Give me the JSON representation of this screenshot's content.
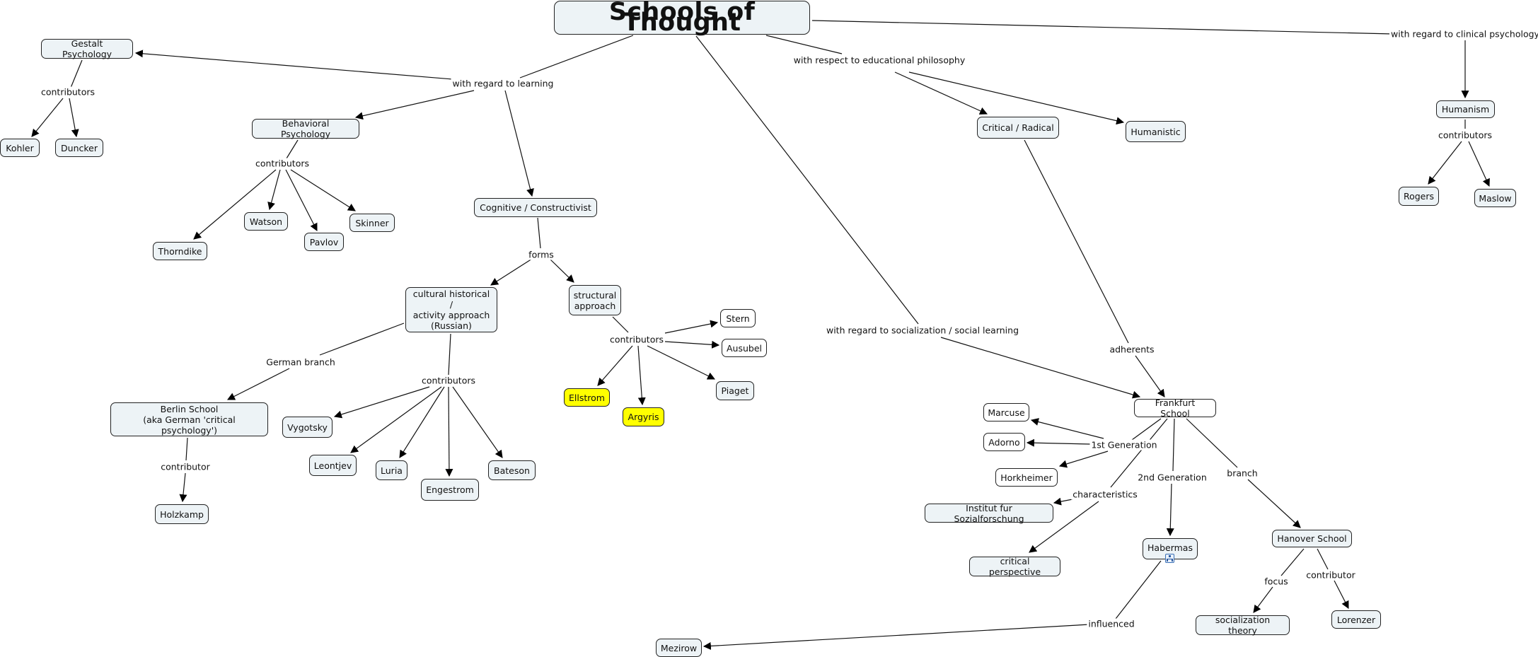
{
  "title": "Schools of Thought",
  "concepts": {
    "gestalt": "Gestalt Psychology",
    "kohler": "Kohler",
    "duncker": "Duncker",
    "behavioral": "Behavioral Psychology",
    "thorndike": "Thorndike",
    "watson": "Watson",
    "pavlov": "Pavlov",
    "skinner": "Skinner",
    "cognitive": "Cognitive / Constructivist",
    "cultural": "cultural historical /\nactivity approach\n(Russian)",
    "structural": "structural\napproach",
    "stern": "Stern",
    "ausubel": "Ausubel",
    "piaget": "Piaget",
    "ellstrom": "Ellstrom",
    "argyris": "Argyris",
    "berlin": "Berlin School\n(aka German 'critical psychology')",
    "holzkamp": "Holzkamp",
    "vygotsky": "Vygotsky",
    "leontjev": "Leontjev",
    "luria": "Luria",
    "engestrom": "Engestrom",
    "bateson": "Bateson",
    "critical_radical": "Critical / Radical",
    "humanistic": "Humanistic",
    "humanism": "Humanism",
    "rogers": "Rogers",
    "maslow": "Maslow",
    "frankfurt": "Frankfurt School",
    "marcuse": "Marcuse",
    "adorno": "Adorno",
    "horkheimer": "Horkheimer",
    "institut": "Institut fur Sozialforschung",
    "critical_perspective": "critical perspective",
    "habermas": "Habermas",
    "hanover": "Hanover School",
    "socialization_theory": "socialization theory",
    "lorenzer": "Lorenzer",
    "mezirow": "Mezirow"
  },
  "linking_phrases": {
    "learning": "with regard to learning",
    "educational": "with respect to educational philosophy",
    "clinical": "with regard to clinical psychology",
    "socialization": "with regard to socialization / social learning",
    "gestalt_contributors": "contributors",
    "behavioral_contributors": "contributors",
    "forms": "forms",
    "cultural_contributors": "contributors",
    "structural_contributors": "contributors",
    "german_branch": "German branch",
    "berlin_contributor": "contributor",
    "humanism_contributors": "contributors",
    "adherents": "adherents",
    "first_generation": "1st Generation",
    "second_generation": "2nd Generation",
    "characteristics": "characteristics",
    "branch": "branch",
    "focus": "focus",
    "hanover_contributor": "contributor",
    "influenced": "influenced"
  },
  "icons": {
    "habermas_submap": "concept-map-submap-icon"
  },
  "colors": {
    "node_fill": "#edf3f6",
    "node_fill_white": "#ffffff",
    "highlight": "#ffff00",
    "line": "#111111"
  }
}
